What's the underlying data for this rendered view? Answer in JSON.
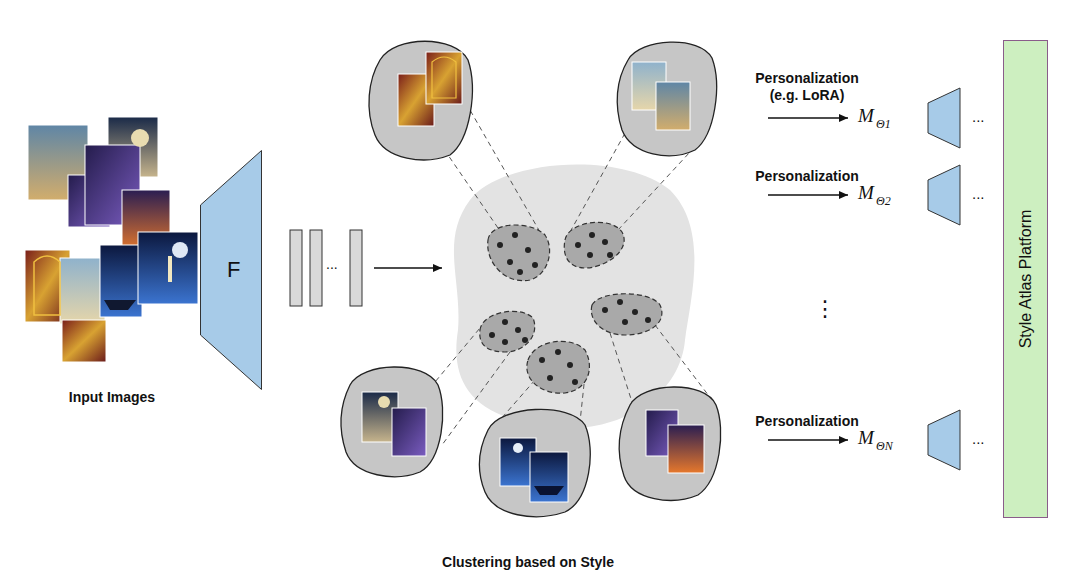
{
  "diagram": {
    "nodes": [
      {
        "text": [
          "F"
        ]
      },
      {
        "text": [
          "Style Atlas Platform"
        ]
      }
    ],
    "labels": [
      "Input Images",
      "...",
      "Clustering based on Style",
      "Personalization (e.g. LoRA)",
      "M",
      "Θ1",
      "...",
      "Personalization",
      "M",
      "Θ2",
      "...",
      "⋮",
      "Personalization",
      "M",
      "ΘN",
      "..."
    ]
  }
}
